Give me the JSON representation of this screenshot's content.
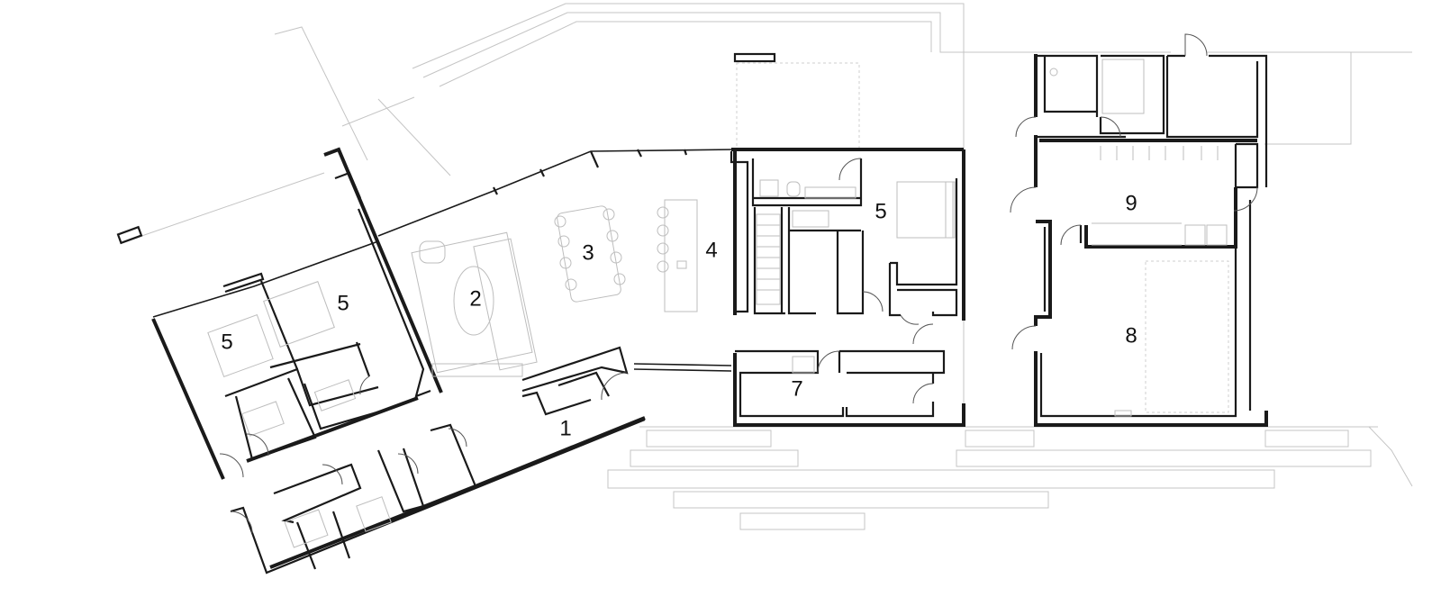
{
  "rooms": [
    {
      "id": "entry",
      "label": "1"
    },
    {
      "id": "living",
      "label": "2"
    },
    {
      "id": "dining",
      "label": "3"
    },
    {
      "id": "kitchen",
      "label": "4"
    },
    {
      "id": "bedroom-west-a",
      "label": "5"
    },
    {
      "id": "bedroom-west-b",
      "label": "5"
    },
    {
      "id": "bedroom-east",
      "label": "5"
    },
    {
      "id": "utility",
      "label": "7"
    },
    {
      "id": "garage",
      "label": "8"
    },
    {
      "id": "workshop",
      "label": "9"
    }
  ],
  "colors": {
    "wall": "#1a1a1a",
    "site_lines": "#c4c4c4",
    "furniture": "#bdbdbd"
  }
}
